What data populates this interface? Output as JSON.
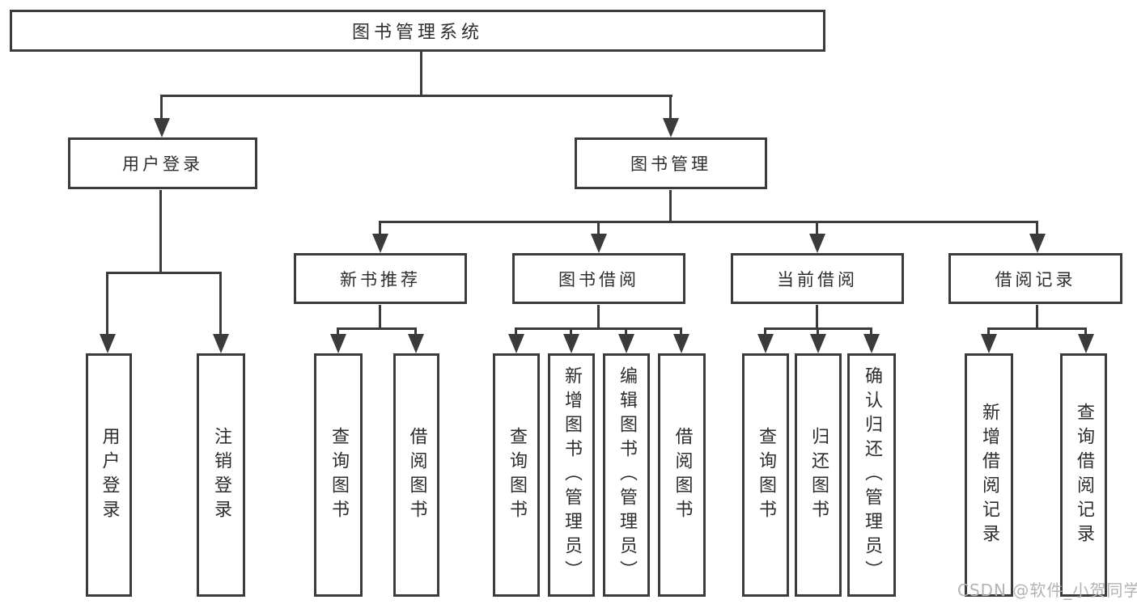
{
  "diagram": {
    "root": {
      "label": "图书管理系统"
    },
    "level2": [
      {
        "label": "用户登录"
      },
      {
        "label": "图书管理"
      }
    ],
    "level3": [
      {
        "label": "新书推荐",
        "parent": "图书管理"
      },
      {
        "label": "图书借阅",
        "parent": "图书管理"
      },
      {
        "label": "当前借阅",
        "parent": "图书管理"
      },
      {
        "label": "借阅记录",
        "parent": "图书管理"
      }
    ],
    "leaves": [
      {
        "label": "用户登录",
        "parent": "用户登录"
      },
      {
        "label": "注销登录",
        "parent": "用户登录"
      },
      {
        "label": "查询图书",
        "parent": "新书推荐"
      },
      {
        "label": "借阅图书",
        "parent": "新书推荐"
      },
      {
        "label": "查询图书",
        "parent": "图书借阅"
      },
      {
        "label": "新增图书（管理员）",
        "parent": "图书借阅"
      },
      {
        "label": "编辑图书（管理员）",
        "parent": "图书借阅"
      },
      {
        "label": "借阅图书",
        "parent": "图书借阅"
      },
      {
        "label": "查询图书",
        "parent": "当前借阅"
      },
      {
        "label": "归还图书",
        "parent": "当前借阅"
      },
      {
        "label": "确认归还（管理员）",
        "parent": "当前借阅"
      },
      {
        "label": "新增借阅记录",
        "parent": "借阅记录"
      },
      {
        "label": "查询借阅记录",
        "parent": "借阅记录"
      }
    ]
  },
  "watermark": {
    "text": "CSDN @软件_小贺同学"
  },
  "colors": {
    "line": "#3b3b3b",
    "text": "#2d2d2d",
    "watermark": "#b3b3b3",
    "background": "#ffffff"
  }
}
